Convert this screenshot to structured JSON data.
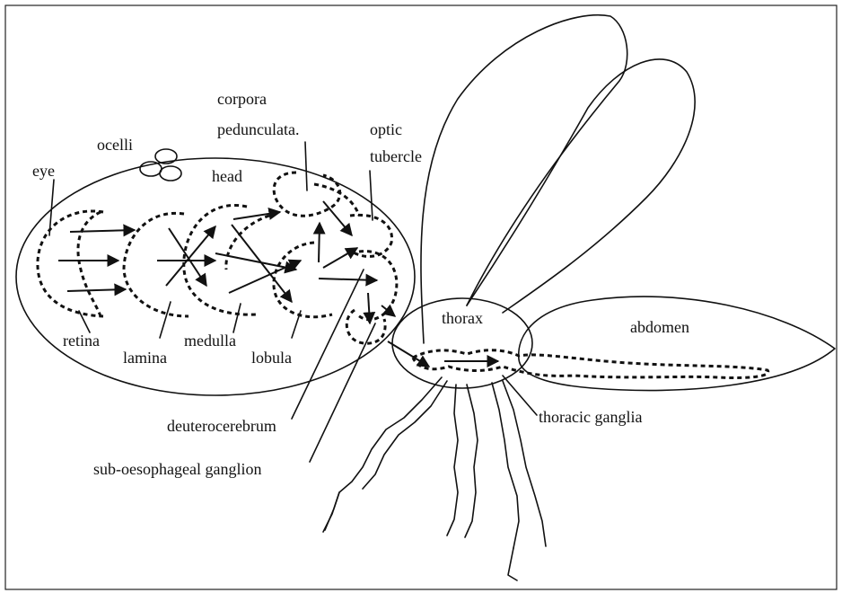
{
  "labels": {
    "eye": "eye",
    "ocelli": "ocelli",
    "head": "head",
    "corpora": "corpora",
    "pedunculata": "pedunculata.",
    "optic": "optic",
    "tubercle": "tubercle",
    "retina": "retina",
    "lamina": "lamina",
    "medulla": "medulla",
    "lobula": "lobula",
    "thorax": "thorax",
    "abdomen": "abdomen",
    "deuterocerebrum": "deuterocerebrum",
    "sub_oesophageal_ganglion": "sub-oesophageal ganglion",
    "thoracic_ganglia": "thoracic ganglia"
  }
}
